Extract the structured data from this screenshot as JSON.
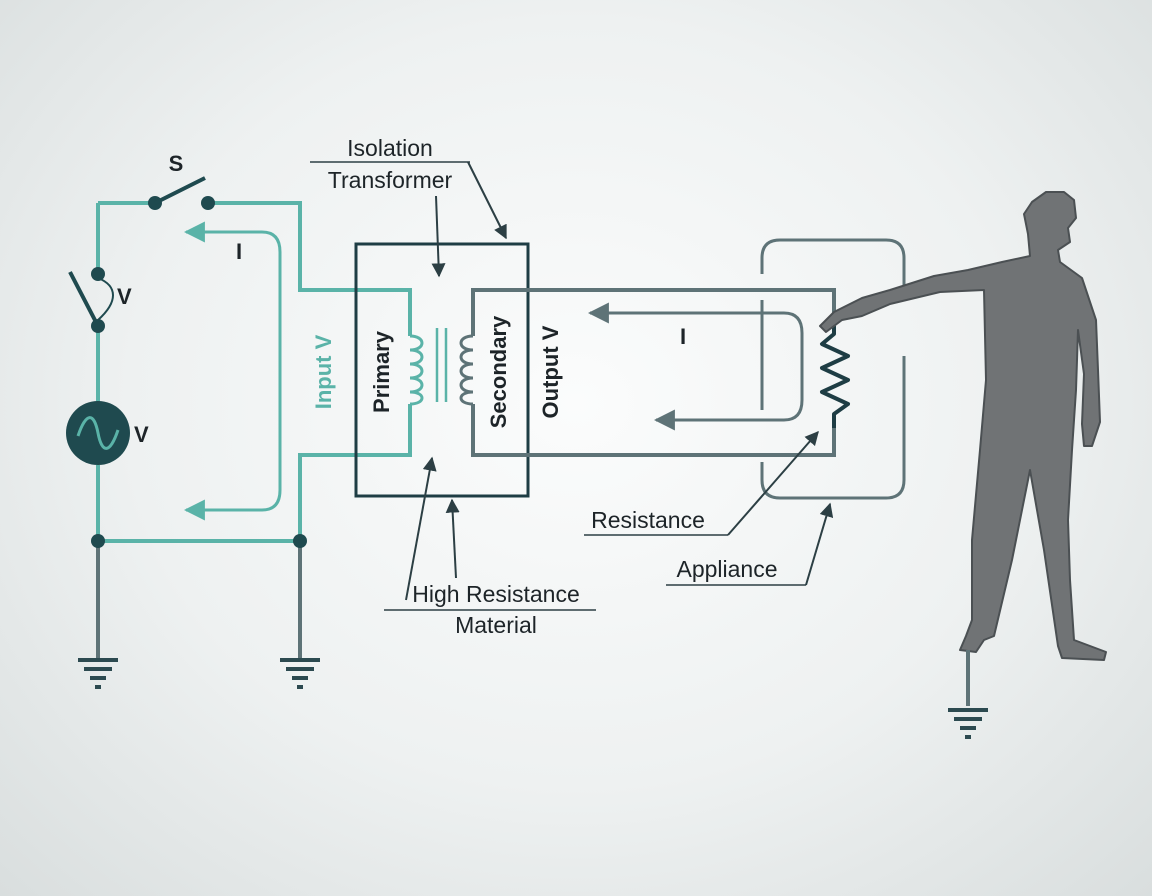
{
  "colors": {
    "primary_wire": "#5ab3a8",
    "secondary_wire": "#5e7377",
    "dark": "#1f4a4f",
    "label": "#1d2428",
    "person": "#707375"
  },
  "labels": {
    "switch": "S",
    "switch_voltage": "V",
    "source_voltage": "V",
    "input_current": "I",
    "input_voltage": "Input V",
    "primary": "Primary",
    "secondary": "Secondary",
    "output_voltage": "Output V",
    "output_current": "I",
    "transformer_line1": "Isolation",
    "transformer_line2": "Transformer",
    "material_line1": "High Resistance",
    "material_line2": "Material",
    "resistance": "Resistance",
    "appliance": "Appliance"
  },
  "icons": {
    "ac_source": "ac-source-icon",
    "ground": "ground-icon",
    "person": "person-silhouette-icon",
    "resistor": "resistor-icon",
    "coil": "coil-icon"
  }
}
